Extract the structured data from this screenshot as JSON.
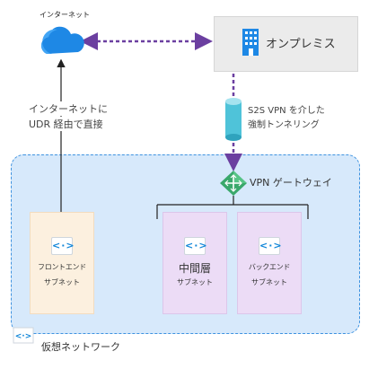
{
  "labels": {
    "internet": "インターネット",
    "onprem": "オンプレミス",
    "udr_line1": "インターネットに",
    "udr_line2": "UDR 経由で直接",
    "s2s_line1": "S2S VPN を介した",
    "s2s_line2": "強制トンネリング",
    "vpn_gateway": "VPN ゲートウェイ",
    "vnet": "仮想ネットワーク"
  },
  "subnets": {
    "frontend": {
      "line1": "フロントエンド",
      "line2": "サブネット"
    },
    "middle": {
      "line1": "中間層",
      "line2": "サブネット"
    },
    "backend": {
      "line1": "バックエンド",
      "line2": "サブネット"
    }
  },
  "colors": {
    "vnet_fill": "#d7e9fb",
    "vnet_border": "#3f93e0",
    "frontend_fill": "#fcf0df",
    "subnet_fill": "#ecdcf6",
    "vpn_line": "#6b3fa0",
    "cloud": "#1e88e5",
    "connector": "#222222"
  },
  "icons": {
    "internet": "cloud-icon",
    "onprem": "building-icon",
    "tunnel": "cylinder-icon",
    "gateway": "vpn-gateway-icon",
    "subnet": "subnet-arrows-icon",
    "vnet": "virtual-network-icon"
  }
}
